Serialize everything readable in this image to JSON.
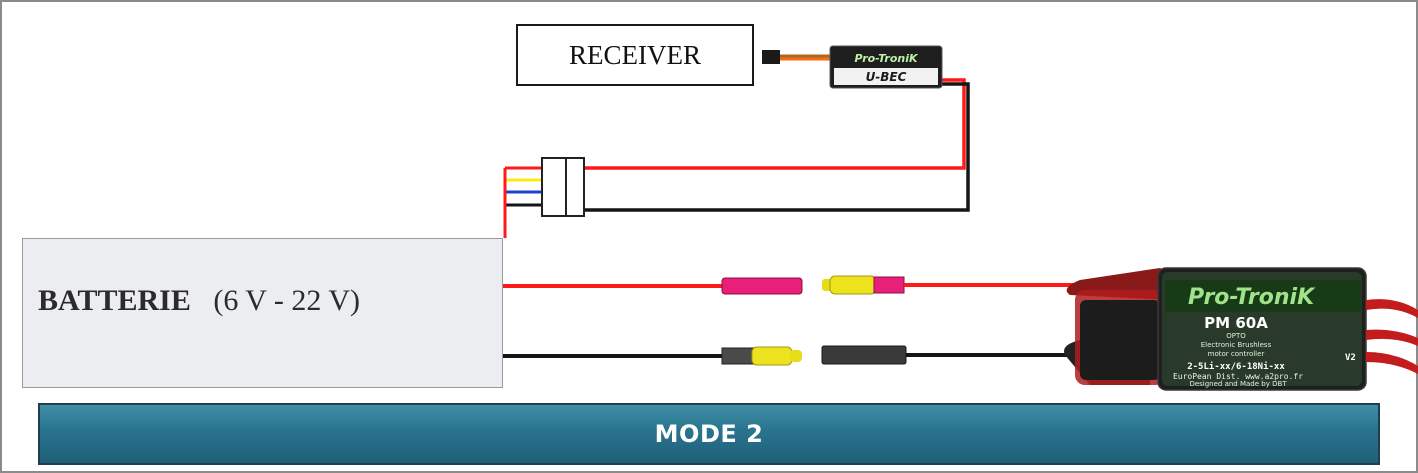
{
  "receiver": {
    "label": "RECEIVER"
  },
  "ubec": {
    "brand": "Pro-TroniK",
    "model": "U-BEC"
  },
  "battery": {
    "label": "BATTERIE",
    "range": "(6 V - 22 V)"
  },
  "esc": {
    "brand": "Pro-TroniK",
    "model": "PM 60A",
    "line1": "OPTO",
    "line2": "Electronic Brushless",
    "line3": "motor controller",
    "version": "V2",
    "cells": "2-5Li-xx/6-18Ni-xx",
    "dist": "EuroPean Dist. www.a2pro.fr",
    "designed": "Designed and Made by DBT"
  },
  "mode": {
    "label": "MODE 2"
  },
  "colors": {
    "positive_wire": "#ff1a1a",
    "negative_wire": "#151515",
    "signal_yellow": "#ffe81a",
    "signal_blue": "#1f3fd0",
    "connector_pink": "#e8207a",
    "connector_yellow": "#e8e020",
    "mode_bar": "#2b7590"
  }
}
